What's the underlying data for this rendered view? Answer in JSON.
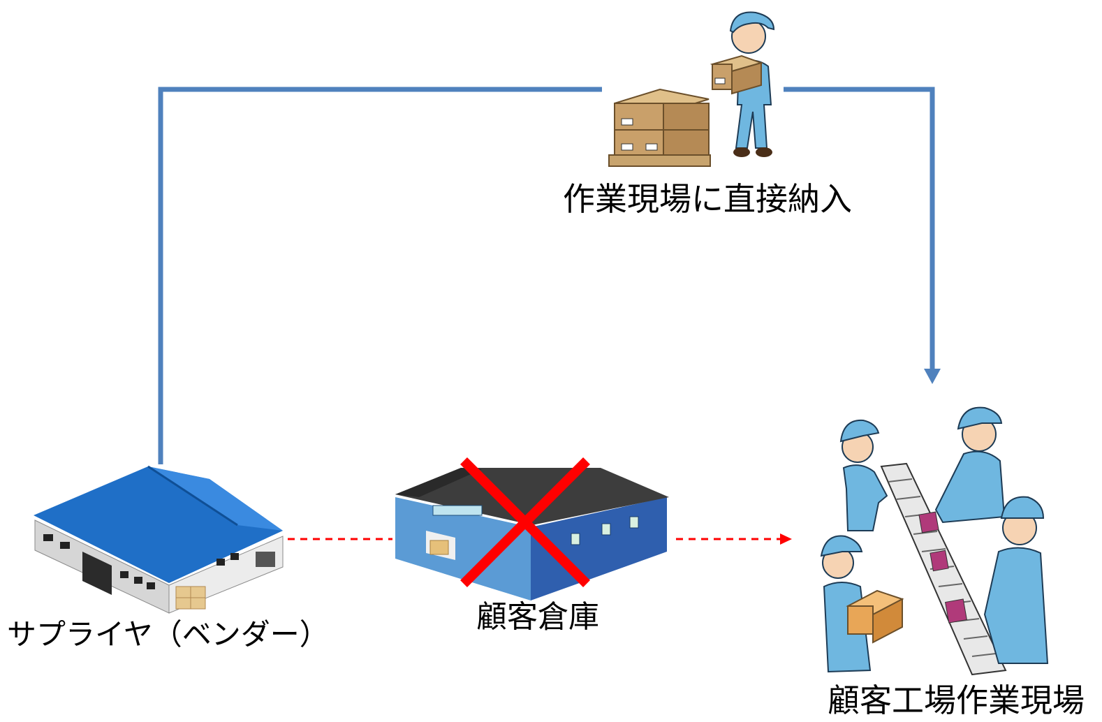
{
  "labels": {
    "direct_delivery": "作業現場に直接納入",
    "supplier": "サプライヤ（ベンダー）",
    "customer_warehouse": "顧客倉庫",
    "customer_factory_site": "顧客工場作業現場"
  },
  "icons": {
    "direct_delivery": "delivery-worker-with-boxes-icon",
    "supplier": "blue-roof-warehouse-icon",
    "customer_warehouse": "customer-warehouse-icon",
    "crossed_out": "red-x-icon",
    "customer_factory_site": "factory-workers-conveyor-icon"
  },
  "colors": {
    "direct_route": "#4f81bd",
    "skipped_route": "#ff0000",
    "supplier_roof": "#1f6fc7",
    "warehouse_wall": "#2f5fae",
    "worker_uniform": "#6fb7e0",
    "cross_mark": "#ff0000"
  }
}
